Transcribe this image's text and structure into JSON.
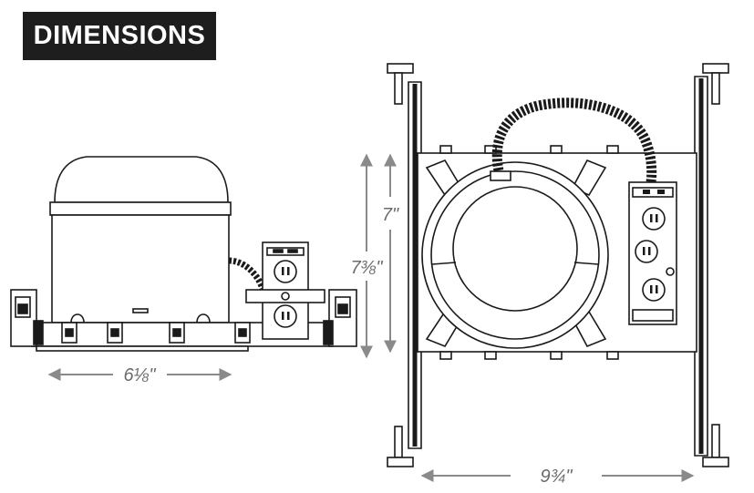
{
  "header": {
    "title": "DIMENSIONS"
  },
  "dimensions": {
    "side_width": "6⅛\"",
    "front_height_inner": "7\"",
    "front_height_outer": "7⅜\"",
    "front_width": "9¾\""
  },
  "colors": {
    "badge_background": "#1e1e1e",
    "badge_text": "#ffffff",
    "line": "#1a1a1a",
    "dimension_text": "#6b6b6b"
  }
}
